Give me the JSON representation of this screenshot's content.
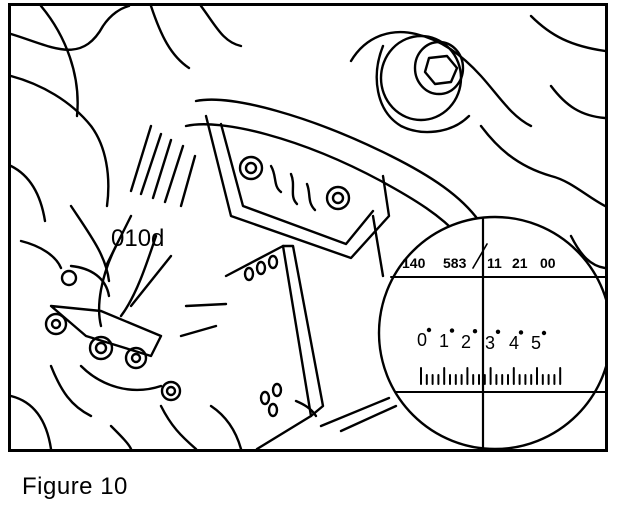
{
  "figure": {
    "caption": "Figure 10",
    "callout_label": "010d",
    "scale_top_labels": [
      "140",
      "583",
      "11",
      "21",
      "00"
    ],
    "scale_digits": [
      "0",
      "1",
      "2",
      "3",
      "4",
      "5"
    ]
  },
  "colors": {
    "ink": "#000000",
    "paper": "#ffffff"
  }
}
